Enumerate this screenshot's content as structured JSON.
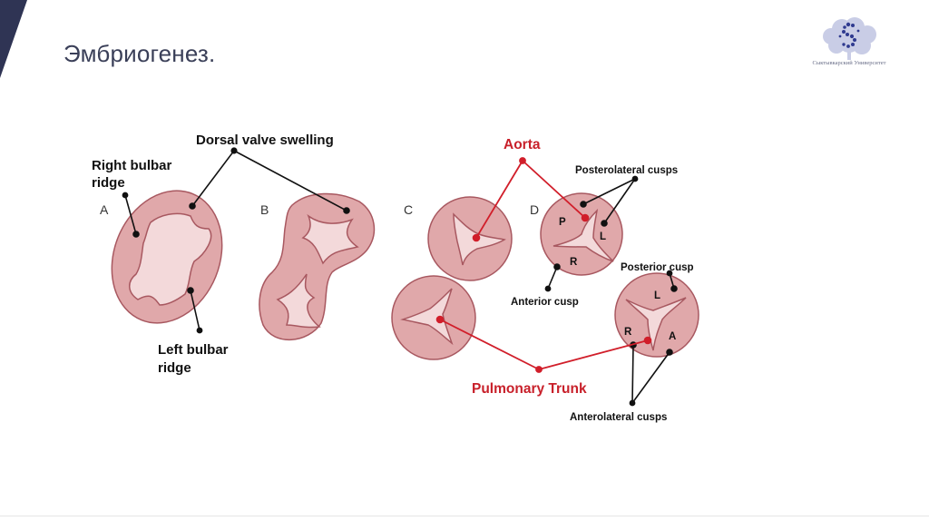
{
  "slide": {
    "title": "Эмбриогенез."
  },
  "logo": {
    "icon": "university-tree-logo",
    "caption": "Сыктывкарский Университет"
  },
  "diagram": {
    "panels": {
      "a": "A",
      "b": "B",
      "c": "C",
      "d": "D"
    },
    "labels": {
      "dorsal_valve_swelling": "Dorsal valve swelling",
      "right_bulbar_ridge_1": "Right bulbar",
      "right_bulbar_ridge_2": "ridge",
      "left_bulbar_ridge_1": "Left bulbar",
      "left_bulbar_ridge_2": "ridge",
      "aorta": "Aorta",
      "pulmonary_trunk": "Pulmonary Trunk",
      "posterolateral_cusps": "Posterolateral cusps",
      "posterior_cusp": "Posterior cusp",
      "anterior_cusp": "Anterior cusp",
      "anterolateral_cusps": "Anterolateral cusps"
    },
    "cusp_letters": {
      "aorta_p": "P",
      "aorta_l": "L",
      "aorta_r": "R",
      "pulm_l": "L",
      "pulm_r": "R",
      "pulm_a": "A"
    },
    "colors": {
      "outer_fill": "#e0a8aa",
      "outer_stroke": "#a85860",
      "inner_fill": "#f3d9da",
      "leader": "#111111",
      "vessel_leader": "#d11e2a",
      "vessel_text": "#c8202a"
    }
  }
}
